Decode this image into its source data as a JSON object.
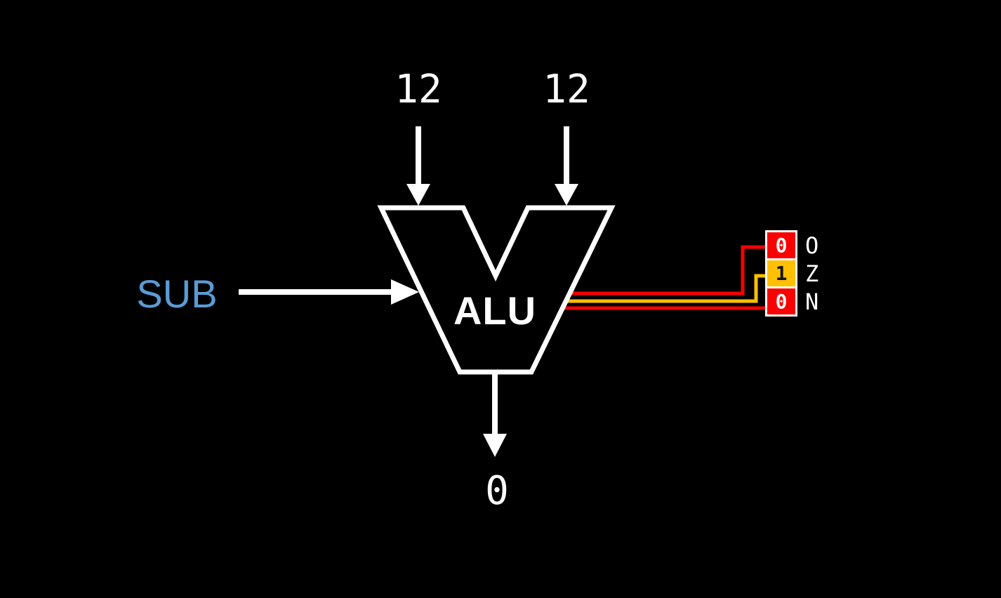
{
  "diagram": {
    "title_semantic": "ALU operation diagram",
    "inputs": [
      {
        "id": "input-a",
        "label": "12"
      },
      {
        "id": "input-b",
        "label": "12"
      }
    ],
    "operation": {
      "label": "SUB",
      "color": "#5B9BD5"
    },
    "alu": {
      "label": "ALU"
    },
    "output": {
      "label": "0"
    },
    "flags": [
      {
        "name": "O",
        "value": "0",
        "cell_color": "#FA0000",
        "value_color": "#FFFFFF",
        "wire_color": "#FA0000"
      },
      {
        "name": "Z",
        "value": "1",
        "cell_color": "#FFC000",
        "value_color": "#111111",
        "wire_color": "#FFC000"
      },
      {
        "name": "N",
        "value": "0",
        "cell_color": "#FA0000",
        "value_color": "#FFFFFF",
        "wire_color": "#FA0000"
      }
    ],
    "colors": {
      "background": "#000000",
      "shape_stroke": "#FFFFFF",
      "flag_red": "#FA0000",
      "flag_amber": "#FFC000",
      "operation_blue": "#5B9BD5"
    }
  }
}
